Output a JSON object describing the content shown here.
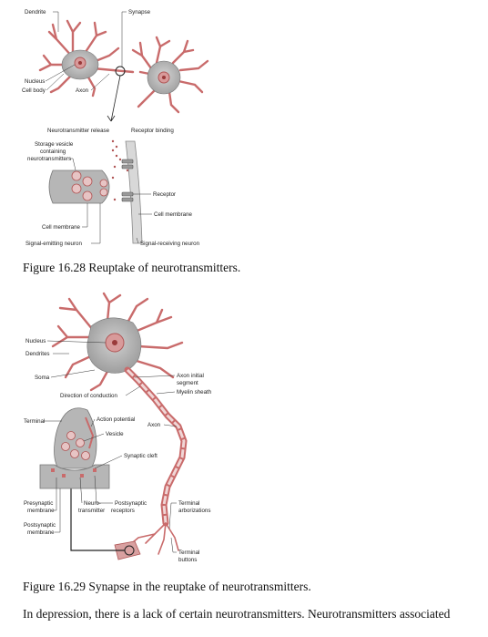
{
  "figure1": {
    "labels": {
      "dendrite": "Dendrite",
      "synapse": "Synapse",
      "nucleus": "Nucleus",
      "cell_body": "Cell body",
      "axon": "Axon",
      "nt_release": "Neurotransmitter release",
      "receptor_binding": "Receptor binding",
      "storage_vesicle_1": "Storage vesicle",
      "storage_vesicle_2": "containing",
      "storage_vesicle_3": "neurotransmitters",
      "receptor": "Receptor",
      "cell_membrane_right": "Cell membrane",
      "cell_membrane_left": "Cell membrane",
      "emitting": "Signal-emitting neuron",
      "receiving": "Signal-receiving neuron"
    },
    "caption": "Figure 16.28 Reuptake of neurotransmitters."
  },
  "figure2": {
    "labels": {
      "nucleus": "Nucleus",
      "dendrites": "Dendrites",
      "soma": "Soma",
      "axon_initial_1": "Axon initial",
      "axon_initial_2": "segment",
      "myelin": "Myelin sheath",
      "direction": "Direction of conduction",
      "terminal": "Terminal",
      "action_potential": "Action potential",
      "vesicle": "Vesicle",
      "axon": "Axon",
      "synaptic_cleft": "Synaptic cleft",
      "presynaptic_1": "Presynaptic",
      "presynaptic_2": "membrane",
      "neuro_1": "Neuro-",
      "neuro_2": "transmitter",
      "postsyn_receptors_1": "Postsynaptic",
      "postsyn_receptors_2": "receptors",
      "postsyn_membrane_1": "Postsynaptic",
      "postsyn_membrane_2": "membrane",
      "terminal_arbor_1": "Terminal",
      "terminal_arbor_2": "arborizations",
      "terminal_buttons_1": "Terminal",
      "terminal_buttons_2": "buttons"
    },
    "caption": "Figure 16.29 Synapse in the reuptake of neurotransmitters."
  },
  "body_text": "In depression, there is a lack of certain neurotransmitters. Neurotransmitters associated",
  "colors": {
    "membrane": "#c96b6b",
    "cytoplasm": "#b8b8b8",
    "line": "#333333"
  }
}
